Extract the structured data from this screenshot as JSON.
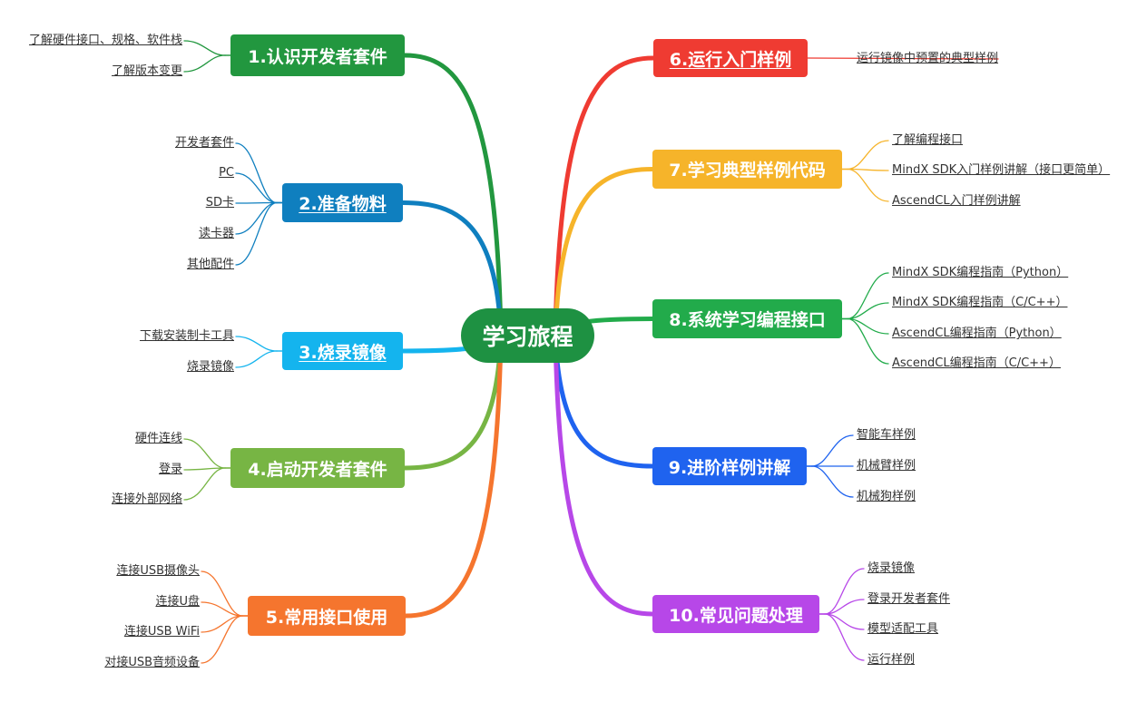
{
  "center": "学习旅程",
  "branches": {
    "b1": {
      "title": "1.认识开发者套件",
      "color": "#22973f",
      "leaves": [
        "了解硬件接口、规格、软件栈",
        "了解版本变更"
      ]
    },
    "b2": {
      "title": "2.准备物料",
      "color": "#0f7fbf",
      "leaves": [
        "开发者套件",
        "PC",
        "SD卡",
        "读卡器",
        "其他配件"
      ]
    },
    "b3": {
      "title": "3.烧录镜像",
      "color": "#14b4ee",
      "leaves": [
        "下载安装制卡工具",
        "烧录镜像"
      ]
    },
    "b4": {
      "title": "4.启动开发者套件",
      "color": "#77b544",
      "leaves": [
        "硬件连线",
        "登录",
        "连接外部网络"
      ]
    },
    "b5": {
      "title": "5.常用接口使用",
      "color": "#f5752e",
      "leaves": [
        "连接USB摄像头",
        "连接U盘",
        "连接USB WiFi",
        "对接USB音频设备"
      ]
    },
    "b6": {
      "title": "6.运行入门样例",
      "color": "#ef3b32",
      "leaves": [
        "运行镜像中预置的典型样例"
      ]
    },
    "b7": {
      "title": "7.学习典型样例代码",
      "color": "#f6b42a",
      "leaves": [
        "了解编程接口",
        "MindX SDK入门样例讲解（接口更简单）",
        "AscendCL入门样例讲解"
      ]
    },
    "b8": {
      "title": "8.系统学习编程接口",
      "color": "#22ab4b",
      "leaves": [
        "MindX SDK编程指南（Python）",
        "MindX SDK编程指南（C/C++）",
        "AscendCL编程指南（Python）",
        "AscendCL编程指南（C/C++）"
      ]
    },
    "b9": {
      "title": "9.进阶样例讲解",
      "color": "#1f63ef",
      "leaves": [
        "智能车样例",
        "机械臂样例",
        "机械狗样例"
      ]
    },
    "b10": {
      "title": "10.常见问题处理",
      "color": "#b747e8",
      "leaves": [
        "烧录镜像",
        "登录开发者套件",
        "模型适配工具",
        "运行样例"
      ]
    }
  }
}
